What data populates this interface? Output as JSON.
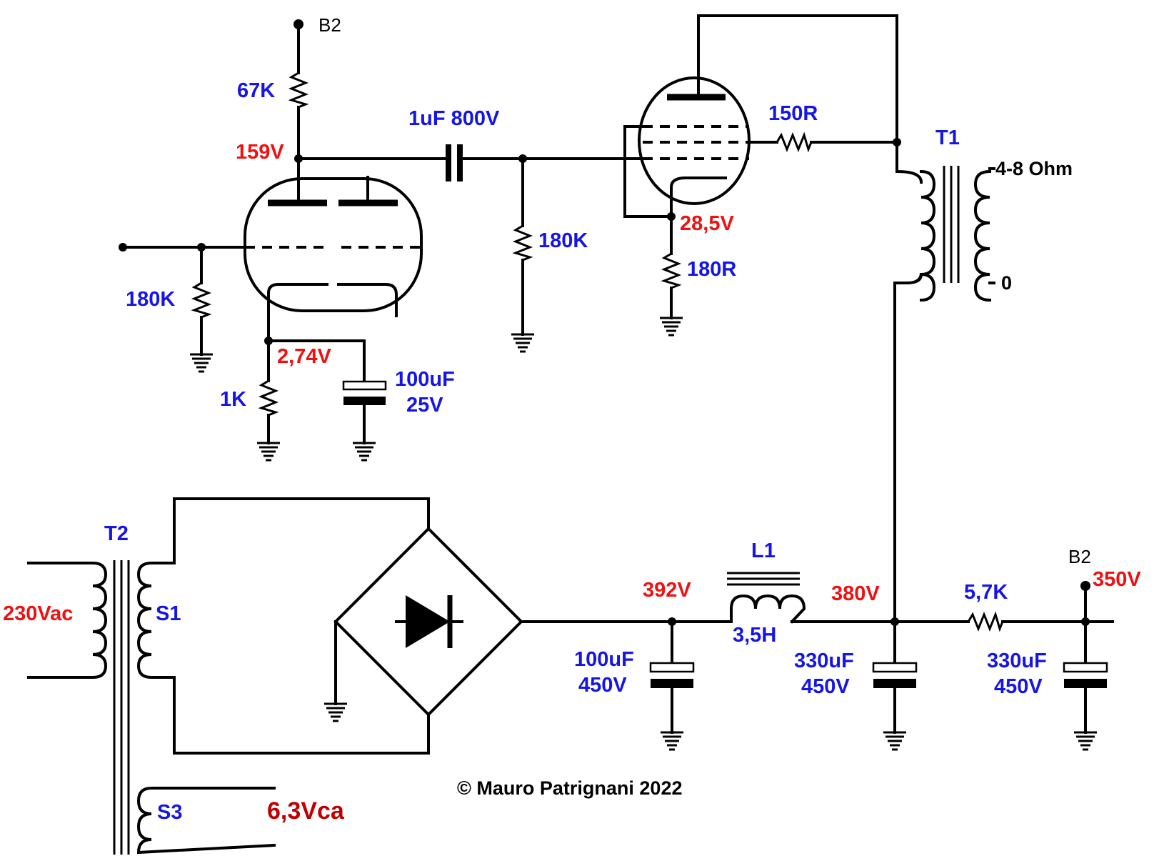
{
  "labels": {
    "b2_top": "B2",
    "r_67k": "67K",
    "v_159": "159V",
    "c_1uf": "1uF 800V",
    "r_150r": "150R",
    "t1": "T1",
    "out_4_8": "4-8 Ohm",
    "out_0": "0",
    "v_28_5": "28,5V",
    "r_180k_grid2": "180K",
    "r_180r": "180R",
    "r_180k_in": "180K",
    "v_2_74": "2,74V",
    "r_1k": "1K",
    "c_100uf_25_a": "100uF",
    "c_100uf_25_b": "25V",
    "t2": "T2",
    "v_230": "230Vac",
    "s1": "S1",
    "s3": "S3",
    "v_6_3": "6,3Vca",
    "l1": "L1",
    "l1_val": "3,5H",
    "v_392": "392V",
    "v_380": "380V",
    "c_100uf_450_a": "100uF",
    "c_100uf_450_b": "450V",
    "c_330uf_1_a": "330uF",
    "c_330uf_1_b": "450V",
    "r_5_7k": "5,7K",
    "b2_bottom": "B2",
    "v_350": "350V",
    "c_330uf_2_a": "330uF",
    "c_330uf_2_b": "450V",
    "copyright": "© Mauro Patrignani 2022"
  },
  "colors": {
    "component_value": "#1515e6",
    "voltage": "#ee1111",
    "heater_voltage": "#c00000",
    "wire": "#000000"
  }
}
